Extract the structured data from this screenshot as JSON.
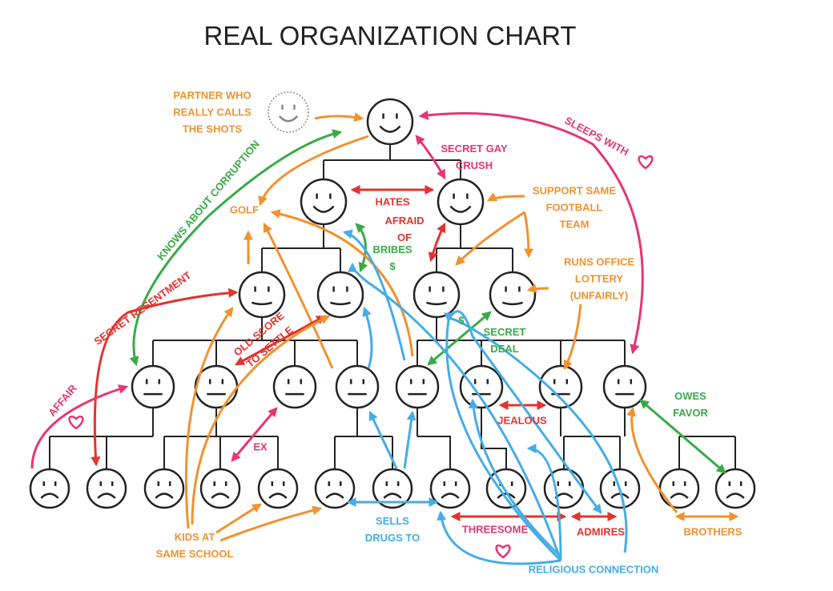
{
  "title": "REAL ORGANIZATION CHART",
  "labels": {
    "partner": "PARTNER WHO\nREALLY CALLS\nTHE SHOTS",
    "sleeps_with": "SLEEPS WITH",
    "secret_gay_crush": "SECRET GAY\nCRUSH",
    "knows_corruption": "KNOWS ABOUT CORRUPTION",
    "golf": "GOLF",
    "hates": "HATES",
    "football": "SUPPORT SAME\nFOOTBALL\nTEAM",
    "afraid": "AFRAID\nOF",
    "bribes": "BRIBES\n$",
    "lottery": "RUNS OFFICE\nLOTTERY\n(UNFAIRLY)",
    "resentment": "SECRET RESENTMENT",
    "old_score": "OLD SCORE\nTO SETTLE",
    "dollar": "$",
    "secret_deal": "SECRET\nDEAL",
    "affair": "AFFAIR",
    "owes_favor": "OWES\nFAVOR",
    "jealous": "JEALOUS",
    "ex": "EX",
    "kids": "KIDS AT\nSAME SCHOOL",
    "drugs": "SELLS\nDRUGS TO",
    "threesome": "THREESOME",
    "admires": "ADMIRES",
    "brothers": "BROTHERS",
    "religious": "RELIGIOUS CONNECTION"
  },
  "colors": {
    "orange": "#f0922e",
    "pink": "#e6366e",
    "red": "#e3332e",
    "green": "#3aaa48",
    "blue": "#45ace6"
  }
}
